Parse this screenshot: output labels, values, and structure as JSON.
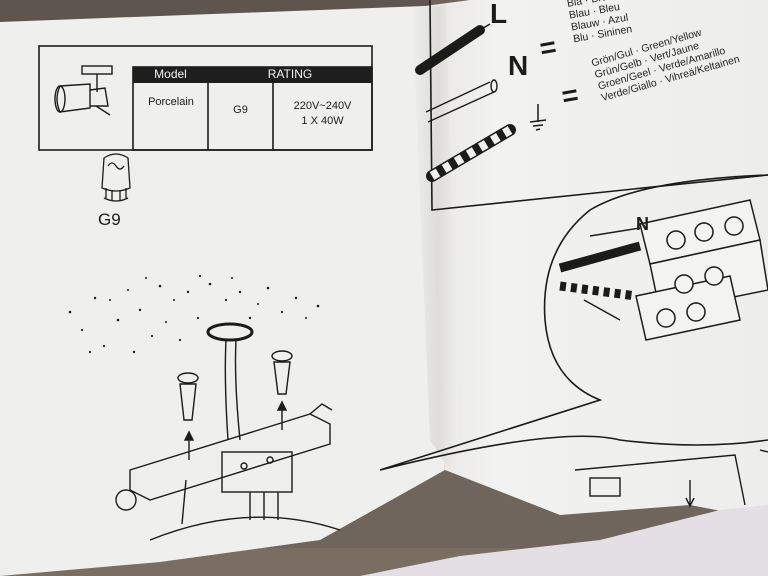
{
  "spec_table": {
    "headers": {
      "model": "Model",
      "rating": "RATING"
    },
    "cells": {
      "material": "Porcelain",
      "socket": "G9",
      "voltage": "220V~240V",
      "wattage": "1 X 40W"
    }
  },
  "bulb": {
    "code": "G9"
  },
  "wiring": {
    "live": {
      "symbol": "L",
      "colors": [
        "Blå · Brun",
        "Blau · Bleu",
        "Blauw · Azul",
        "Blu · Sininen"
      ]
    },
    "neutral": {
      "symbol": "N",
      "equals": "=",
      "colors": []
    },
    "earth": {
      "equals": "=",
      "colors": [
        "Grön/Gul · Green/Yellow",
        "Grün/Gelb · Vert/Jaune",
        "Groen/Geel · Verde/Amarillo",
        "Verde/Giallo · Vihreä/Keltainen"
      ]
    },
    "terminal_label": "N"
  },
  "colors": {
    "paper": "#efefed",
    "paper_shadow": "#d9d8d4",
    "ink": "#1b1b1b",
    "background": "#6f655c",
    "header_fill": "#1e1e1e"
  }
}
